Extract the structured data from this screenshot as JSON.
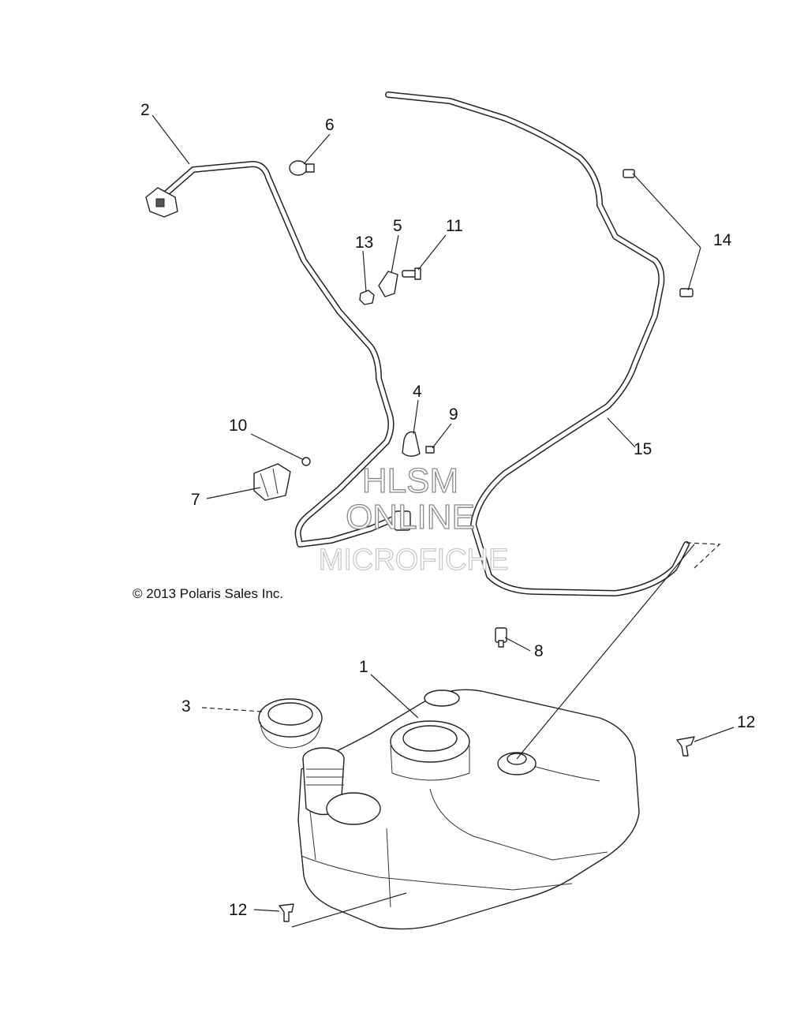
{
  "diagram": {
    "callouts": [
      {
        "id": "c1",
        "label": "1"
      },
      {
        "id": "c2",
        "label": "2"
      },
      {
        "id": "c3",
        "label": "3"
      },
      {
        "id": "c4",
        "label": "4"
      },
      {
        "id": "c5",
        "label": "5"
      },
      {
        "id": "c6",
        "label": "6"
      },
      {
        "id": "c7",
        "label": "7"
      },
      {
        "id": "c8",
        "label": "8"
      },
      {
        "id": "c9",
        "label": "9"
      },
      {
        "id": "c10",
        "label": "10"
      },
      {
        "id": "c11",
        "label": "11"
      },
      {
        "id": "c12a",
        "label": "12"
      },
      {
        "id": "c12b",
        "label": "12"
      },
      {
        "id": "c13",
        "label": "13"
      },
      {
        "id": "c14",
        "label": "14"
      },
      {
        "id": "c15",
        "label": "15"
      }
    ],
    "copyright": "© 2013 Polaris Sales Inc.",
    "watermark": {
      "line1": "HLSM",
      "line2": "ONLINE",
      "line3": "MICROFICHE"
    }
  }
}
